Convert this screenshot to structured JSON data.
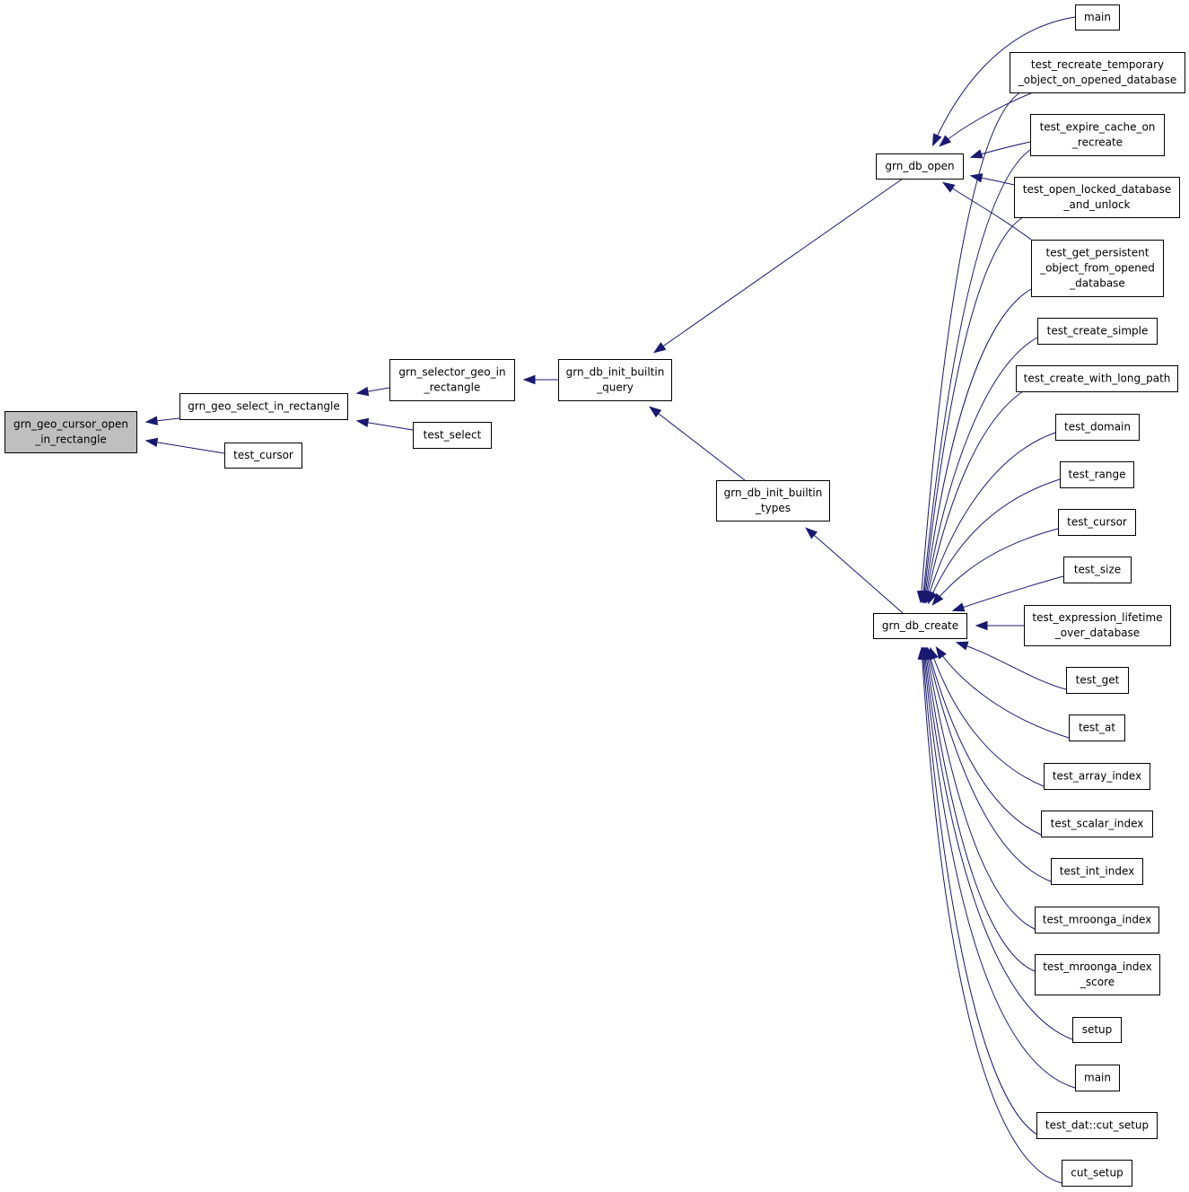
{
  "graph": {
    "nodes": [
      {
        "id": "root",
        "lines": [
          "grn_geo_cursor_open",
          "_in_rectangle"
        ],
        "highlight": true
      },
      {
        "id": "select_in_rect",
        "lines": [
          "grn_geo_select_in_rectangle"
        ]
      },
      {
        "id": "test_cursor_a",
        "lines": [
          "test_cursor"
        ]
      },
      {
        "id": "selector_geo",
        "lines": [
          "grn_selector_geo_in",
          "_rectangle"
        ]
      },
      {
        "id": "test_select",
        "lines": [
          "test_select"
        ]
      },
      {
        "id": "init_query",
        "lines": [
          "grn_db_init_builtin",
          "_query"
        ]
      },
      {
        "id": "init_types",
        "lines": [
          "grn_db_init_builtin",
          "_types"
        ]
      },
      {
        "id": "db_open",
        "lines": [
          "grn_db_open"
        ]
      },
      {
        "id": "db_create",
        "lines": [
          "grn_db_create"
        ]
      },
      {
        "id": "main1",
        "lines": [
          "main"
        ]
      },
      {
        "id": "recreate_temp",
        "lines": [
          "test_recreate_temporary",
          "_object_on_opened_database"
        ]
      },
      {
        "id": "expire_cache",
        "lines": [
          "test_expire_cache_on",
          "_recreate"
        ]
      },
      {
        "id": "open_locked",
        "lines": [
          "test_open_locked_database",
          "_and_unlock"
        ]
      },
      {
        "id": "get_persistent",
        "lines": [
          "test_get_persistent",
          "_object_from_opened",
          "_database"
        ]
      },
      {
        "id": "create_simple",
        "lines": [
          "test_create_simple"
        ]
      },
      {
        "id": "create_long",
        "lines": [
          "test_create_with_long_path"
        ]
      },
      {
        "id": "domain",
        "lines": [
          "test_domain"
        ]
      },
      {
        "id": "range",
        "lines": [
          "test_range"
        ]
      },
      {
        "id": "cursor_b",
        "lines": [
          "test_cursor"
        ]
      },
      {
        "id": "size",
        "lines": [
          "test_size"
        ]
      },
      {
        "id": "expr_lifetime",
        "lines": [
          "test_expression_lifetime",
          "_over_database"
        ]
      },
      {
        "id": "get",
        "lines": [
          "test_get"
        ]
      },
      {
        "id": "at",
        "lines": [
          "test_at"
        ]
      },
      {
        "id": "array_index",
        "lines": [
          "test_array_index"
        ]
      },
      {
        "id": "scalar_index",
        "lines": [
          "test_scalar_index"
        ]
      },
      {
        "id": "int_index",
        "lines": [
          "test_int_index"
        ]
      },
      {
        "id": "mroonga_index",
        "lines": [
          "test_mroonga_index"
        ]
      },
      {
        "id": "mroonga_score",
        "lines": [
          "test_mroonga_index",
          "_score"
        ]
      },
      {
        "id": "setup",
        "lines": [
          "setup"
        ]
      },
      {
        "id": "main2",
        "lines": [
          "main"
        ]
      },
      {
        "id": "cut_setup_dat",
        "lines": [
          "test_dat::cut_setup"
        ]
      },
      {
        "id": "cut_setup",
        "lines": [
          "cut_setup"
        ]
      }
    ],
    "edges": [
      {
        "from": "select_in_rect",
        "to": "root"
      },
      {
        "from": "test_cursor_a",
        "to": "root"
      },
      {
        "from": "selector_geo",
        "to": "select_in_rect"
      },
      {
        "from": "test_select",
        "to": "select_in_rect"
      },
      {
        "from": "init_query",
        "to": "selector_geo"
      },
      {
        "from": "db_open",
        "to": "init_query"
      },
      {
        "from": "init_types",
        "to": "init_query"
      },
      {
        "from": "db_create",
        "to": "init_types"
      },
      {
        "from": "main1",
        "to": "db_open"
      },
      {
        "from": "recreate_temp",
        "to": "db_open"
      },
      {
        "from": "expire_cache",
        "to": "db_open"
      },
      {
        "from": "open_locked",
        "to": "db_open"
      },
      {
        "from": "get_persistent",
        "to": "db_open"
      },
      {
        "from": "recreate_temp",
        "to": "db_create"
      },
      {
        "from": "expire_cache",
        "to": "db_create"
      },
      {
        "from": "open_locked",
        "to": "db_create"
      },
      {
        "from": "get_persistent",
        "to": "db_create"
      },
      {
        "from": "create_simple",
        "to": "db_create"
      },
      {
        "from": "create_long",
        "to": "db_create"
      },
      {
        "from": "domain",
        "to": "db_create"
      },
      {
        "from": "range",
        "to": "db_create"
      },
      {
        "from": "cursor_b",
        "to": "db_create"
      },
      {
        "from": "size",
        "to": "db_create"
      },
      {
        "from": "expr_lifetime",
        "to": "db_create"
      },
      {
        "from": "get",
        "to": "db_create"
      },
      {
        "from": "at",
        "to": "db_create"
      },
      {
        "from": "array_index",
        "to": "db_create"
      },
      {
        "from": "scalar_index",
        "to": "db_create"
      },
      {
        "from": "int_index",
        "to": "db_create"
      },
      {
        "from": "mroonga_index",
        "to": "db_create"
      },
      {
        "from": "mroonga_score",
        "to": "db_create"
      },
      {
        "from": "setup",
        "to": "db_create"
      },
      {
        "from": "main2",
        "to": "db_create"
      },
      {
        "from": "cut_setup_dat",
        "to": "db_create"
      },
      {
        "from": "cut_setup",
        "to": "db_create"
      }
    ]
  },
  "colors": {
    "edge": "#191970",
    "root_fill": "#bfbfbf",
    "node_fill": "#ffffff",
    "border": "#000000"
  }
}
